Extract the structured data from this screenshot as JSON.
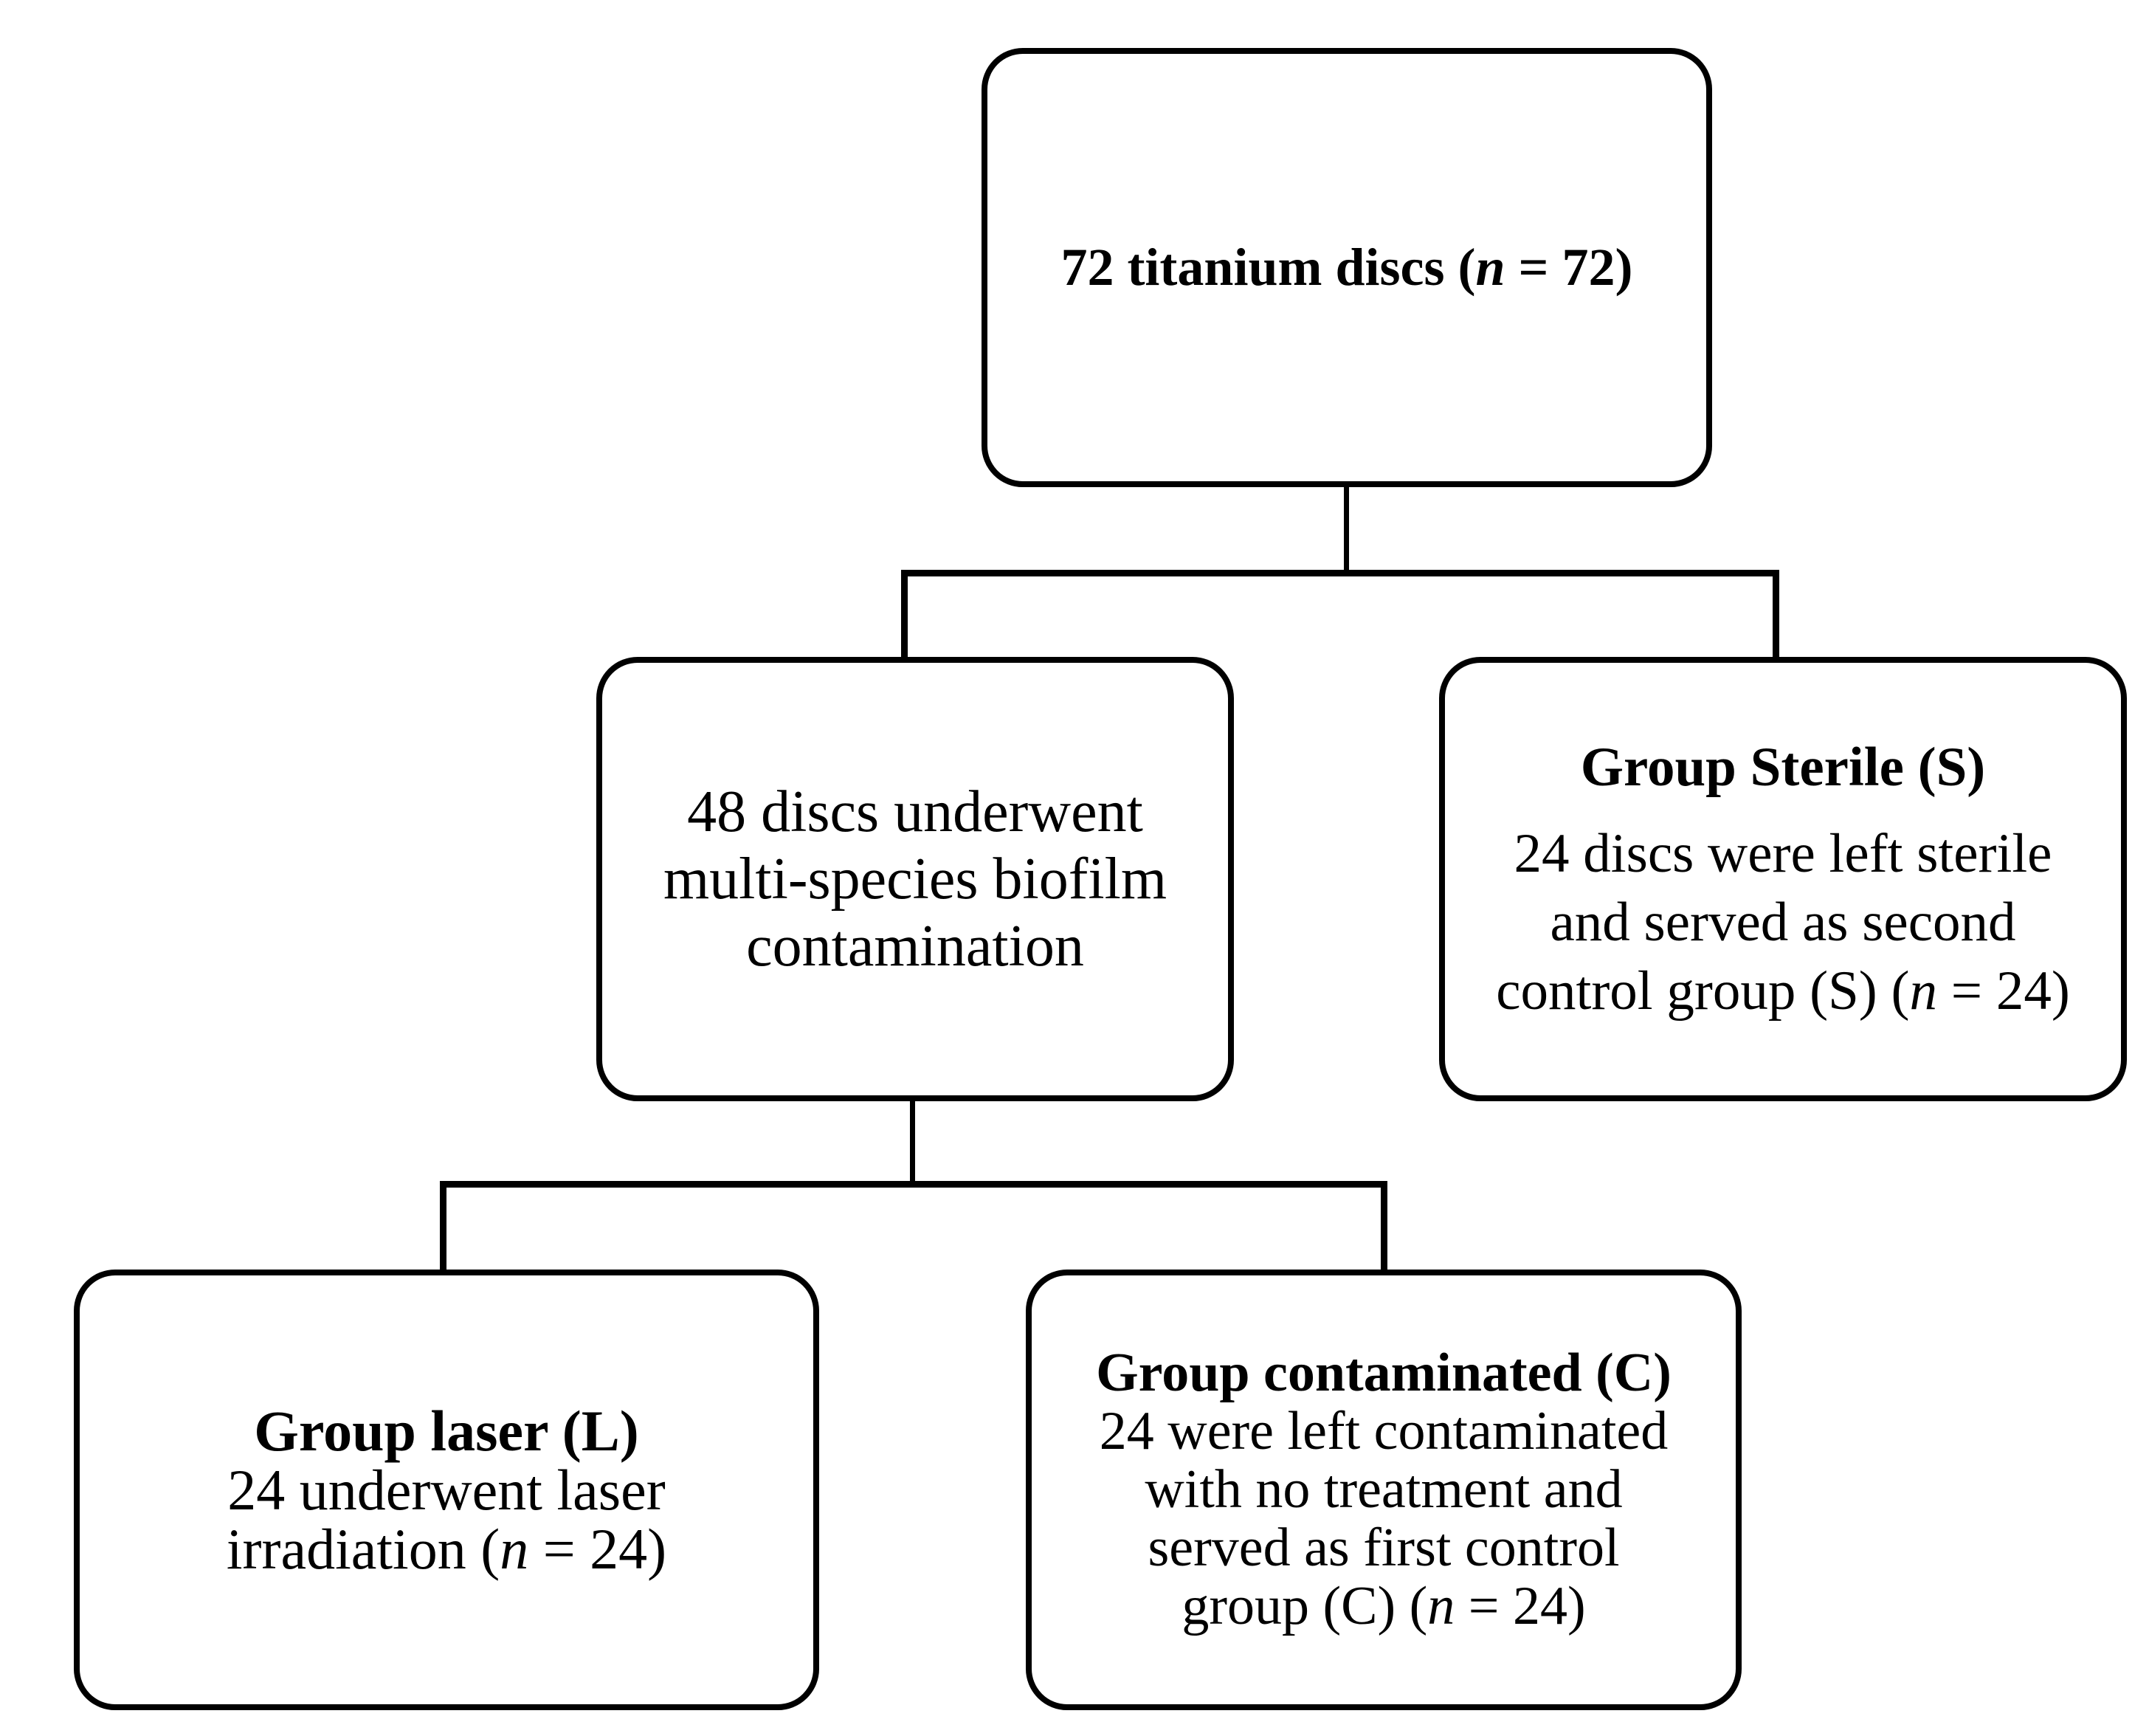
{
  "figure": {
    "background_color": "#ffffff",
    "line_color": "#000000",
    "text_color": "#000000"
  },
  "boxes": {
    "total": {
      "pre": "72 titanium discs (",
      "var": "n",
      "post": " = 72)"
    },
    "biofilm": {
      "text": "48 discs underwent\nmulti-species biofilm\ncontamination"
    },
    "sterile": {
      "title": "Group Sterile (S)",
      "body_pre": "24 discs were left sterile\nand served as second\ncontrol group (S) (",
      "body_var": "n",
      "body_post": " = 24)"
    },
    "laser": {
      "title": "Group laser (L)",
      "body_pre": "24 underwent laser\nirradiation (",
      "body_var": "n",
      "body_post": " = 24)"
    },
    "contaminated": {
      "title": "Group contaminated (C)",
      "body_pre": "24 were left contaminated\nwith no treatment and\nserved as first control\ngroup (C) (",
      "body_var": "n",
      "body_post": " = 24)"
    }
  }
}
